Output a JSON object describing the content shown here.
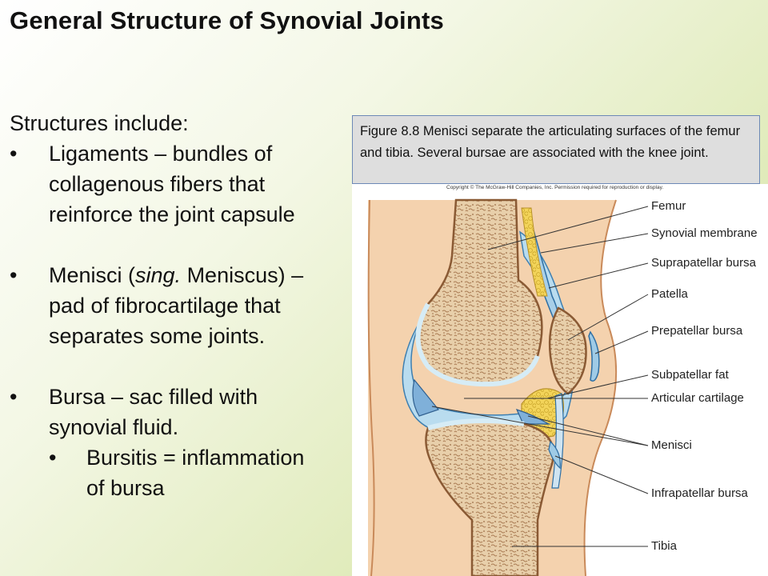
{
  "slide": {
    "title": "General Structure of Synovial Joints",
    "intro": "Structures include:",
    "bullets": [
      {
        "marker": "•",
        "lines": [
          "Ligaments – bundles of",
          "collagenous fibers that",
          "reinforce the joint capsule"
        ]
      },
      {
        "marker": "•",
        "line1_pre": "Menisci (",
        "line1_italic": "sing.",
        "line1_post": " Meniscus) –",
        "lines": [
          "pad of fibrocartilage that",
          "separates some joints."
        ]
      },
      {
        "marker": "•",
        "lines": [
          "Bursa – sac filled with",
          "synovial fluid."
        ]
      }
    ],
    "sub_bullet": {
      "marker": "•",
      "lines": [
        "Bursitis = inflammation",
        "of bursa"
      ]
    }
  },
  "figure": {
    "caption": "Figure 8.8 Menisci separate the articulating surfaces of the femur and tibia.  Several bursae are associated with the knee joint.",
    "copyright": "Copyright © The McGraw-Hill Companies, Inc. Permission required for reproduction or display.",
    "labels": {
      "femur": "Femur",
      "synovial_membrane": "Synovial membrane",
      "suprapatellar_bursa": "Suprapatellar bursa",
      "patella": "Patella",
      "prepatellar_bursa": "Prepatellar bursa",
      "subpatellar_fat": "Subpatellar fat",
      "articular_cartilage": "Articular cartilage",
      "menisci": "Menisci",
      "infrapatellar_bursa": "Infrapatellar bursa",
      "tibia": "Tibia"
    }
  },
  "colors": {
    "background_accent": "#d2e29c",
    "caption_bg": "#dedede",
    "caption_border": "#6d89b7",
    "skin": "#f6d8b4",
    "bone": "#e9d0ad",
    "cartilage_blue": "#b9dcef",
    "fat_yellow": "#f2d257"
  }
}
